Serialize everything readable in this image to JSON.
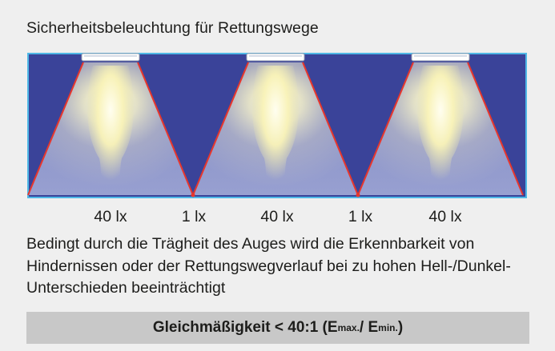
{
  "header": {
    "title": "Sicherheitsbeleuchtung für Rettungswege"
  },
  "diagram": {
    "colors": {
      "background": "#3a4399",
      "border": "#4fb8e6",
      "cone_edge": "#e8362c",
      "light_core": "#fbf6c6",
      "luminaire": "#ffffff"
    },
    "luminaires": 3,
    "labels": [
      "40 lx",
      "1 lx",
      "40 lx",
      "1 lx",
      "40 lx"
    ]
  },
  "description": "Bedingt durch die Trägheit des Auges wird die Erkennbarkeit von Hindernissen oder der Rettungswegverlauf bei zu hohen Hell-/Dunkel-Unterschieden beeinträchtigt",
  "formula": {
    "prefix": "Gleichmäßigkeit < 40:1 (E",
    "max_sub": "max.",
    "middle": " / E",
    "min_sub": "min.",
    "suffix": ")"
  }
}
